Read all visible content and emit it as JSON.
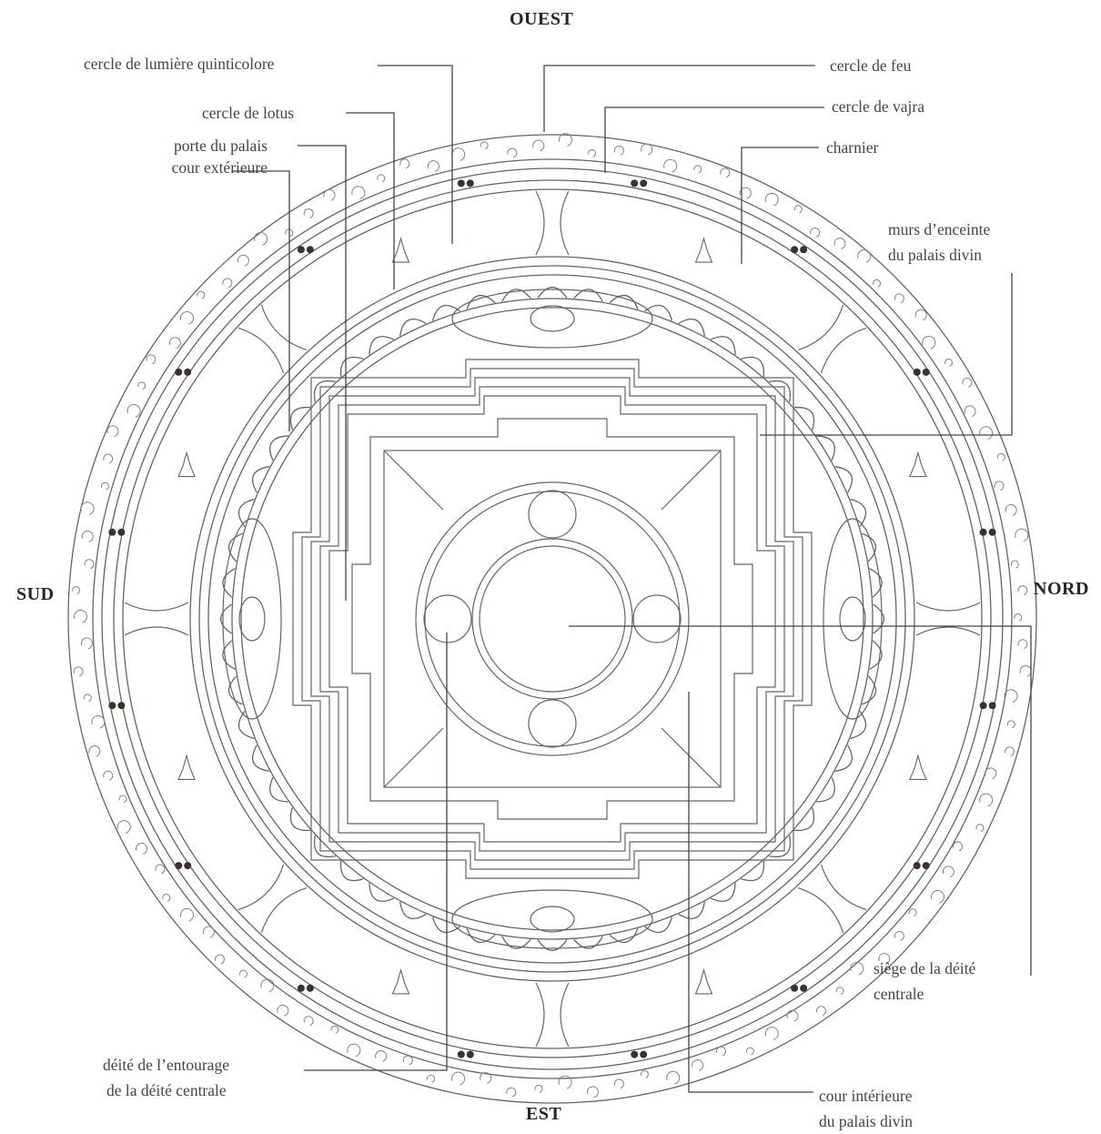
{
  "directions": {
    "west": "OUEST",
    "east": "EST",
    "south": "SUD",
    "north": "NORD"
  },
  "labels": {
    "five_color_light": "cercle de lumière quinticolore",
    "lotus_circle": "cercle de lotus",
    "palace_gate": "porte du palais",
    "outer_court": "cour extérieure",
    "fire_circle": "cercle de feu",
    "vajra_circle": "cercle de vajra",
    "charnel_ground": "charnier",
    "palace_walls_1": "murs d’enceinte",
    "palace_walls_2": "du palais divin",
    "central_seat_1": "siège de la déité",
    "central_seat_2": "centrale",
    "retinue_1": "déité de l’entourage",
    "retinue_2": "de la déité centrale",
    "inner_court_1": "cour intérieure",
    "inner_court_2": "du palais divin"
  },
  "colors": {
    "line": "#6b6260",
    "ornament": "#8a7f7c",
    "vajra_dots": "#3a3230"
  }
}
